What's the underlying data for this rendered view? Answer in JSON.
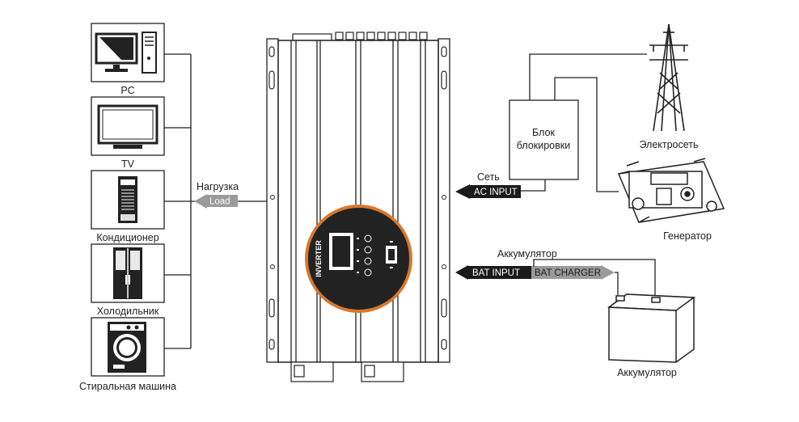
{
  "appliances": [
    {
      "label": "PC",
      "icon": "pc-monitor-tower-icon"
    },
    {
      "label": "TV",
      "icon": "tv-icon"
    },
    {
      "label": "Кондиционер",
      "icon": "air-conditioner-icon"
    },
    {
      "label": "Холодильник",
      "icon": "refrigerator-icon"
    },
    {
      "label": "Стиральная машина",
      "icon": "washing-machine-icon"
    }
  ],
  "load": {
    "label": "Нагрузка",
    "tag": "Load"
  },
  "inverter": {
    "brand": "INVERTER",
    "accent_color": "#d9782b"
  },
  "interlock": {
    "line1": "Блок",
    "line2": "блокировки"
  },
  "grid_input": {
    "label": "Сеть",
    "tag": "AC INPUT"
  },
  "grid": {
    "label": "Электросеть",
    "icon": "power-tower-icon"
  },
  "generator": {
    "label": "Генератор",
    "icon": "generator-icon"
  },
  "battery_link": {
    "label": "Аккумулятор",
    "input_tag": "BAT INPUT",
    "charger_tag": "BAT CHARGER"
  },
  "battery": {
    "label": "Аккумулятор",
    "icon": "battery-icon"
  },
  "colors": {
    "line": "#222222",
    "tag_dark": "#1a1a1a",
    "tag_grey": "#9a9a9a",
    "accent": "#d9782b"
  }
}
